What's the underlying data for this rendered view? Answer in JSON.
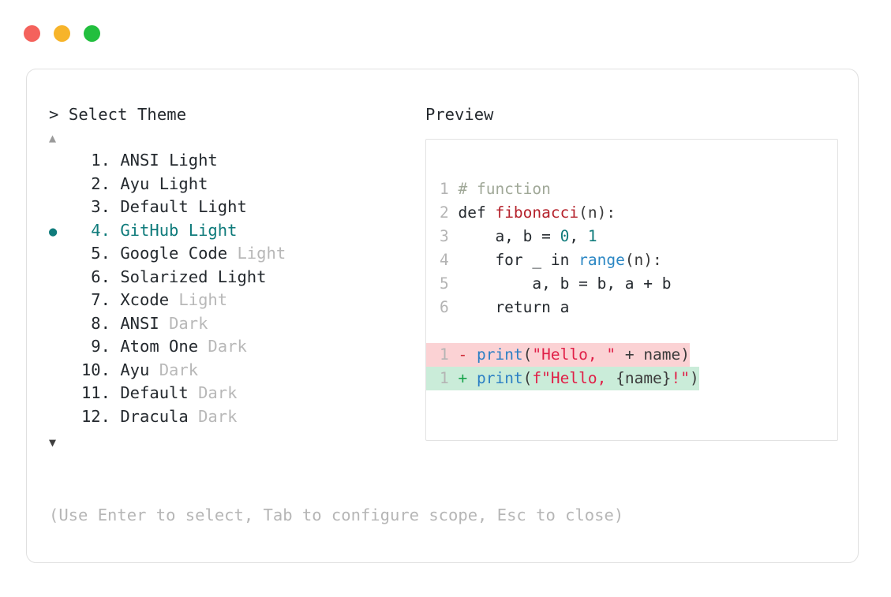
{
  "window": {
    "traffic_lights": [
      {
        "name": "close",
        "color": "#f4625c"
      },
      {
        "name": "minimize",
        "color": "#f7b42a"
      },
      {
        "name": "maximize",
        "color": "#22bf3e"
      }
    ]
  },
  "selector": {
    "prompt": "> Select Theme",
    "scroll_up": "▲",
    "scroll_down": "▼",
    "hint": "(Use Enter to select, Tab to configure scope, Esc to close)",
    "selected_index": 4,
    "bullet": "●",
    "items": [
      {
        "number": " 1.",
        "name": "ANSI",
        "variant": "Light",
        "variant_muted": false,
        "selected": false
      },
      {
        "number": " 2.",
        "name": "Ayu",
        "variant": "Light",
        "variant_muted": false,
        "selected": false
      },
      {
        "number": " 3.",
        "name": "Default",
        "variant": "Light",
        "variant_muted": false,
        "selected": false
      },
      {
        "number": " 4.",
        "name": "GitHub",
        "variant": "Light",
        "variant_muted": false,
        "selected": true
      },
      {
        "number": " 5.",
        "name": "Google Code",
        "variant": "Light",
        "variant_muted": true,
        "selected": false
      },
      {
        "number": " 6.",
        "name": "Solarized",
        "variant": "Light",
        "variant_muted": false,
        "selected": false
      },
      {
        "number": " 7.",
        "name": "Xcode",
        "variant": "Light",
        "variant_muted": true,
        "selected": false
      },
      {
        "number": " 8.",
        "name": "ANSI",
        "variant": "Dark",
        "variant_muted": true,
        "selected": false
      },
      {
        "number": " 9.",
        "name": "Atom One",
        "variant": "Dark",
        "variant_muted": true,
        "selected": false
      },
      {
        "number": "10.",
        "name": "Ayu",
        "variant": "Dark",
        "variant_muted": true,
        "selected": false
      },
      {
        "number": "11.",
        "name": "Default",
        "variant": "Dark",
        "variant_muted": true,
        "selected": false
      },
      {
        "number": "12.",
        "name": "Dracula",
        "variant": "Dark",
        "variant_muted": true,
        "selected": false
      }
    ]
  },
  "preview": {
    "label": "Preview",
    "code_lines": [
      {
        "ln": "1 ",
        "tokens": [
          {
            "t": "# function",
            "c": "tok-comment"
          }
        ]
      },
      {
        "ln": "2 ",
        "tokens": [
          {
            "t": "def ",
            "c": "tok-kw"
          },
          {
            "t": "fibonacci",
            "c": "tok-fn"
          },
          {
            "t": "(n):",
            "c": "tok-punct"
          }
        ]
      },
      {
        "ln": "3 ",
        "tokens": [
          {
            "t": "    a, b = ",
            "c": "tok-plain"
          },
          {
            "t": "0",
            "c": "tok-num"
          },
          {
            "t": ", ",
            "c": "tok-plain"
          },
          {
            "t": "1",
            "c": "tok-num"
          }
        ]
      },
      {
        "ln": "4 ",
        "tokens": [
          {
            "t": "    for _ in ",
            "c": "tok-plain"
          },
          {
            "t": "range",
            "c": "tok-builtin"
          },
          {
            "t": "(n):",
            "c": "tok-punct"
          }
        ]
      },
      {
        "ln": "5 ",
        "tokens": [
          {
            "t": "        a, b = b, a + b",
            "c": "tok-plain"
          }
        ]
      },
      {
        "ln": "6 ",
        "tokens": [
          {
            "t": "    return a",
            "c": "tok-plain"
          }
        ]
      }
    ],
    "diff_lines": [
      {
        "kind": "del",
        "ln": "1 ",
        "sign": "- ",
        "tokens": [
          {
            "t": "print",
            "c": "tok-call"
          },
          {
            "t": "(",
            "c": "tok-punct"
          },
          {
            "t": "\"Hello, \"",
            "c": "tok-str"
          },
          {
            "t": " + name)",
            "c": "tok-punct"
          }
        ]
      },
      {
        "kind": "add",
        "ln": "1 ",
        "sign": "+ ",
        "tokens": [
          {
            "t": "print",
            "c": "tok-call"
          },
          {
            "t": "(",
            "c": "tok-punct"
          },
          {
            "t": "f\"Hello, ",
            "c": "tok-str"
          },
          {
            "t": "{name}",
            "c": "tok-punct"
          },
          {
            "t": "!\"",
            "c": "tok-str"
          },
          {
            "t": ")",
            "c": "tok-punct"
          }
        ]
      }
    ]
  }
}
